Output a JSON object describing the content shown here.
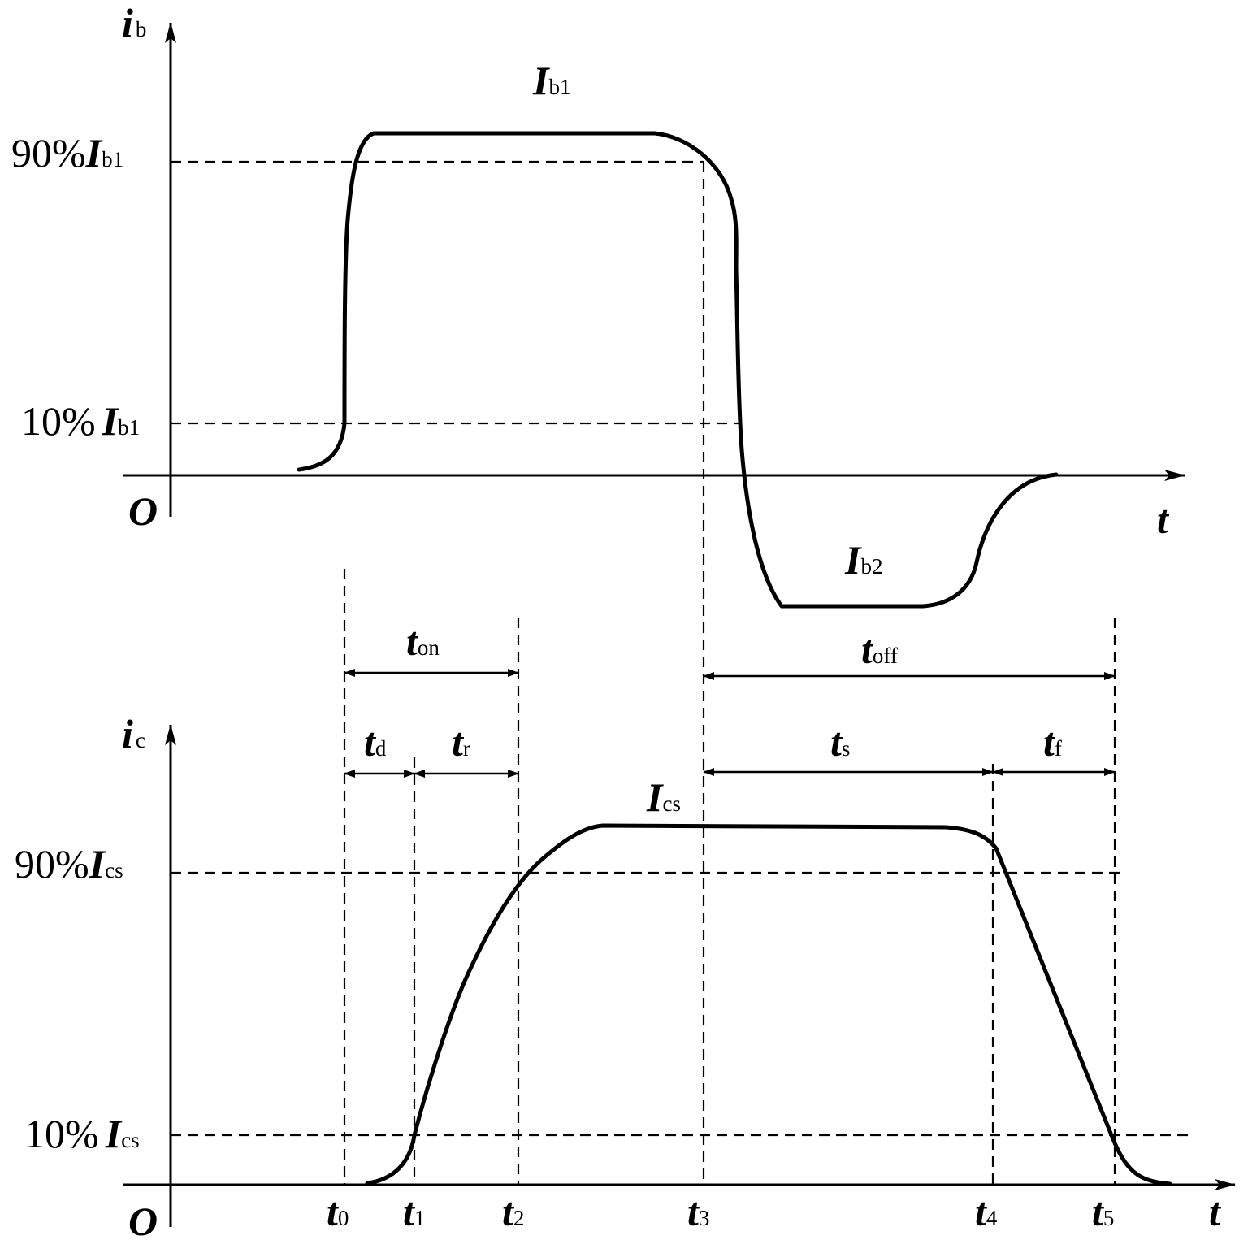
{
  "top_plot": {
    "y_axis": {
      "var": "i",
      "sub": "b"
    },
    "x_axis": "t",
    "origin": "O",
    "level_high": {
      "prefix": "90%",
      "var": "I",
      "sub": "b1"
    },
    "level_low": {
      "prefix": "10%",
      "var": "I",
      "sub": "b1"
    },
    "pos_current": {
      "var": "I",
      "sub": "b1"
    },
    "neg_current": {
      "var": "I",
      "sub": "b2"
    }
  },
  "bottom_plot": {
    "y_axis": {
      "var": "i",
      "sub": "c"
    },
    "x_axis": "t",
    "origin": "O",
    "level_high": {
      "prefix": "90%",
      "var": "I",
      "sub": "cs"
    },
    "level_low": {
      "prefix": "10%",
      "var": "I",
      "sub": "cs"
    },
    "sat_current": {
      "var": "I",
      "sub": "cs"
    }
  },
  "intervals": {
    "t_on": {
      "var": "t",
      "sub": "on"
    },
    "t_off": {
      "var": "t",
      "sub": "off"
    },
    "t_d": {
      "var": "t",
      "sub": "d"
    },
    "t_r": {
      "var": "t",
      "sub": "r"
    },
    "t_s": {
      "var": "t",
      "sub": "s"
    },
    "t_f": {
      "var": "t",
      "sub": "f"
    }
  },
  "time_marks": [
    {
      "var": "t",
      "sub": "0"
    },
    {
      "var": "t",
      "sub": "1"
    },
    {
      "var": "t",
      "sub": "2"
    },
    {
      "var": "t",
      "sub": "3"
    },
    {
      "var": "t",
      "sub": "4"
    },
    {
      "var": "t",
      "sub": "5"
    }
  ]
}
